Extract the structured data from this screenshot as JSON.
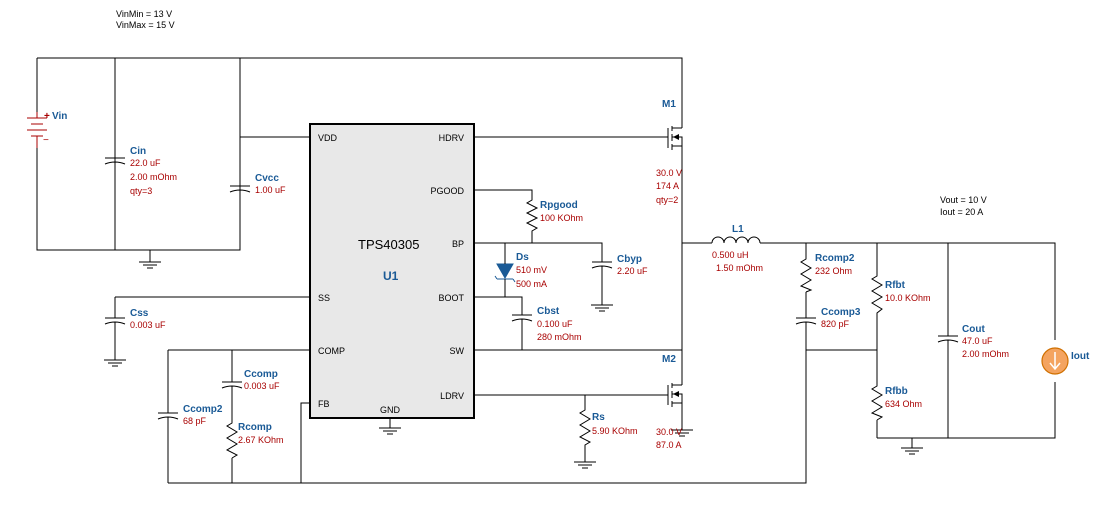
{
  "header": {
    "vin_min": "VinMin = 13 V",
    "vin_max": "VinMax = 15 V"
  },
  "output": {
    "vout": "Vout = 10 V",
    "iout": "Iout = 20 A"
  },
  "ic": {
    "part": "TPS40305",
    "ref": "U1",
    "pins": {
      "vdd": "VDD",
      "hdrv": "HDRV",
      "pgood": "PGOOD",
      "bp": "BP",
      "ss": "SS",
      "boot": "BOOT",
      "comp": "COMP",
      "sw": "SW",
      "fb": "FB",
      "gnd": "GND",
      "ldrv": "LDRV"
    }
  },
  "components": {
    "vin": {
      "name": "Vin",
      "plus": "+",
      "minus": "−"
    },
    "cin": {
      "name": "Cin",
      "v1": "22.0 uF",
      "v2": "2.00 mOhm",
      "v3": "qty=3"
    },
    "cvcc": {
      "name": "Cvcc",
      "v1": "1.00 uF"
    },
    "css": {
      "name": "Css",
      "v1": "0.003 uF"
    },
    "ccomp2": {
      "name": "Ccomp2",
      "v1": "68 pF"
    },
    "ccomp": {
      "name": "Ccomp",
      "v1": "0.003 uF"
    },
    "rcomp": {
      "name": "Rcomp",
      "v1": "2.67 KOhm"
    },
    "rpgood": {
      "name": "Rpgood",
      "v1": "100 KOhm"
    },
    "ds": {
      "name": "Ds",
      "v1": "510 mV",
      "v2": "500 mA"
    },
    "cbyp": {
      "name": "Cbyp",
      "v1": "2.20 uF"
    },
    "cbst": {
      "name": "Cbst",
      "v1": "0.100 uF",
      "v2": "280 mOhm"
    },
    "m1": {
      "name": "M1",
      "v1": "30.0 V",
      "v2": "174 A",
      "v3": "qty=2"
    },
    "m2": {
      "name": "M2",
      "v1": "30.0 V",
      "v2": "87.0 A"
    },
    "rs": {
      "name": "Rs",
      "v1": "5.90 KOhm"
    },
    "l1": {
      "name": "L1",
      "v1": "0.500 uH",
      "v2": "1.50 mOhm"
    },
    "rcomp2": {
      "name": "Rcomp2",
      "v1": "232 Ohm"
    },
    "ccomp3": {
      "name": "Ccomp3",
      "v1": "820 pF"
    },
    "rfbt": {
      "name": "Rfbt",
      "v1": "10.0 KOhm"
    },
    "rfbb": {
      "name": "Rfbb",
      "v1": "634 Ohm"
    },
    "cout": {
      "name": "Cout",
      "v1": "47.0 uF",
      "v2": "2.00 mOhm"
    },
    "iout": {
      "name": "Iout"
    }
  },
  "colors": {
    "name": "#1a5a96",
    "value": "#a80000",
    "ic_fill": "#e8e8e8",
    "wire": "#000000"
  }
}
